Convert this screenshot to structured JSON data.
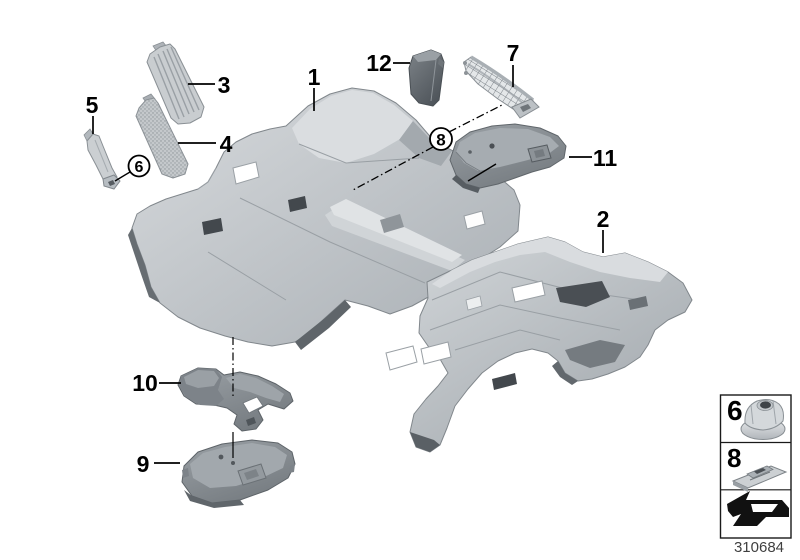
{
  "figure": {
    "drawing_number": "310684",
    "background_color": "#ffffff",
    "line_color": "#000000"
  },
  "callouts": [
    {
      "label": "1",
      "circled": false,
      "points_to": "front-floor-covering"
    },
    {
      "label": "2",
      "circled": false,
      "points_to": "rear-floor-covering"
    },
    {
      "label": "3",
      "circled": false,
      "points_to": "footrest-trim-ribbed"
    },
    {
      "label": "4",
      "circled": false,
      "points_to": "footrest-trim-textured"
    },
    {
      "label": "5",
      "circled": false,
      "points_to": "side-bracket"
    },
    {
      "label": "6",
      "circled": true,
      "points_to": "plastic-nut-fastener"
    },
    {
      "label": "7",
      "circled": false,
      "points_to": "storage-net"
    },
    {
      "label": "8",
      "circled": true,
      "points_to": "retaining-clip-fastener"
    },
    {
      "label": "9",
      "circled": false,
      "points_to": "foam-insert-lower"
    },
    {
      "label": "10",
      "circled": false,
      "points_to": "foam-insert-upper"
    },
    {
      "label": "11",
      "circled": false,
      "points_to": "foam-insert-right"
    },
    {
      "label": "12",
      "circled": false,
      "points_to": "small-pad"
    }
  ],
  "legend": {
    "items": [
      {
        "label": "6",
        "icon": "plastic-nut-icon"
      },
      {
        "label": "8",
        "icon": "retaining-clip-icon"
      },
      {
        "label": "",
        "icon": "continuation-arrow-icon"
      }
    ]
  },
  "palette": {
    "carpet_light": "#d7dadd",
    "carpet_mid": "#b4b9bd",
    "carpet_dark": "#84898e",
    "foam_gray": "#8f959a",
    "slot_dark": "#43484d",
    "outline": "#81878c"
  }
}
